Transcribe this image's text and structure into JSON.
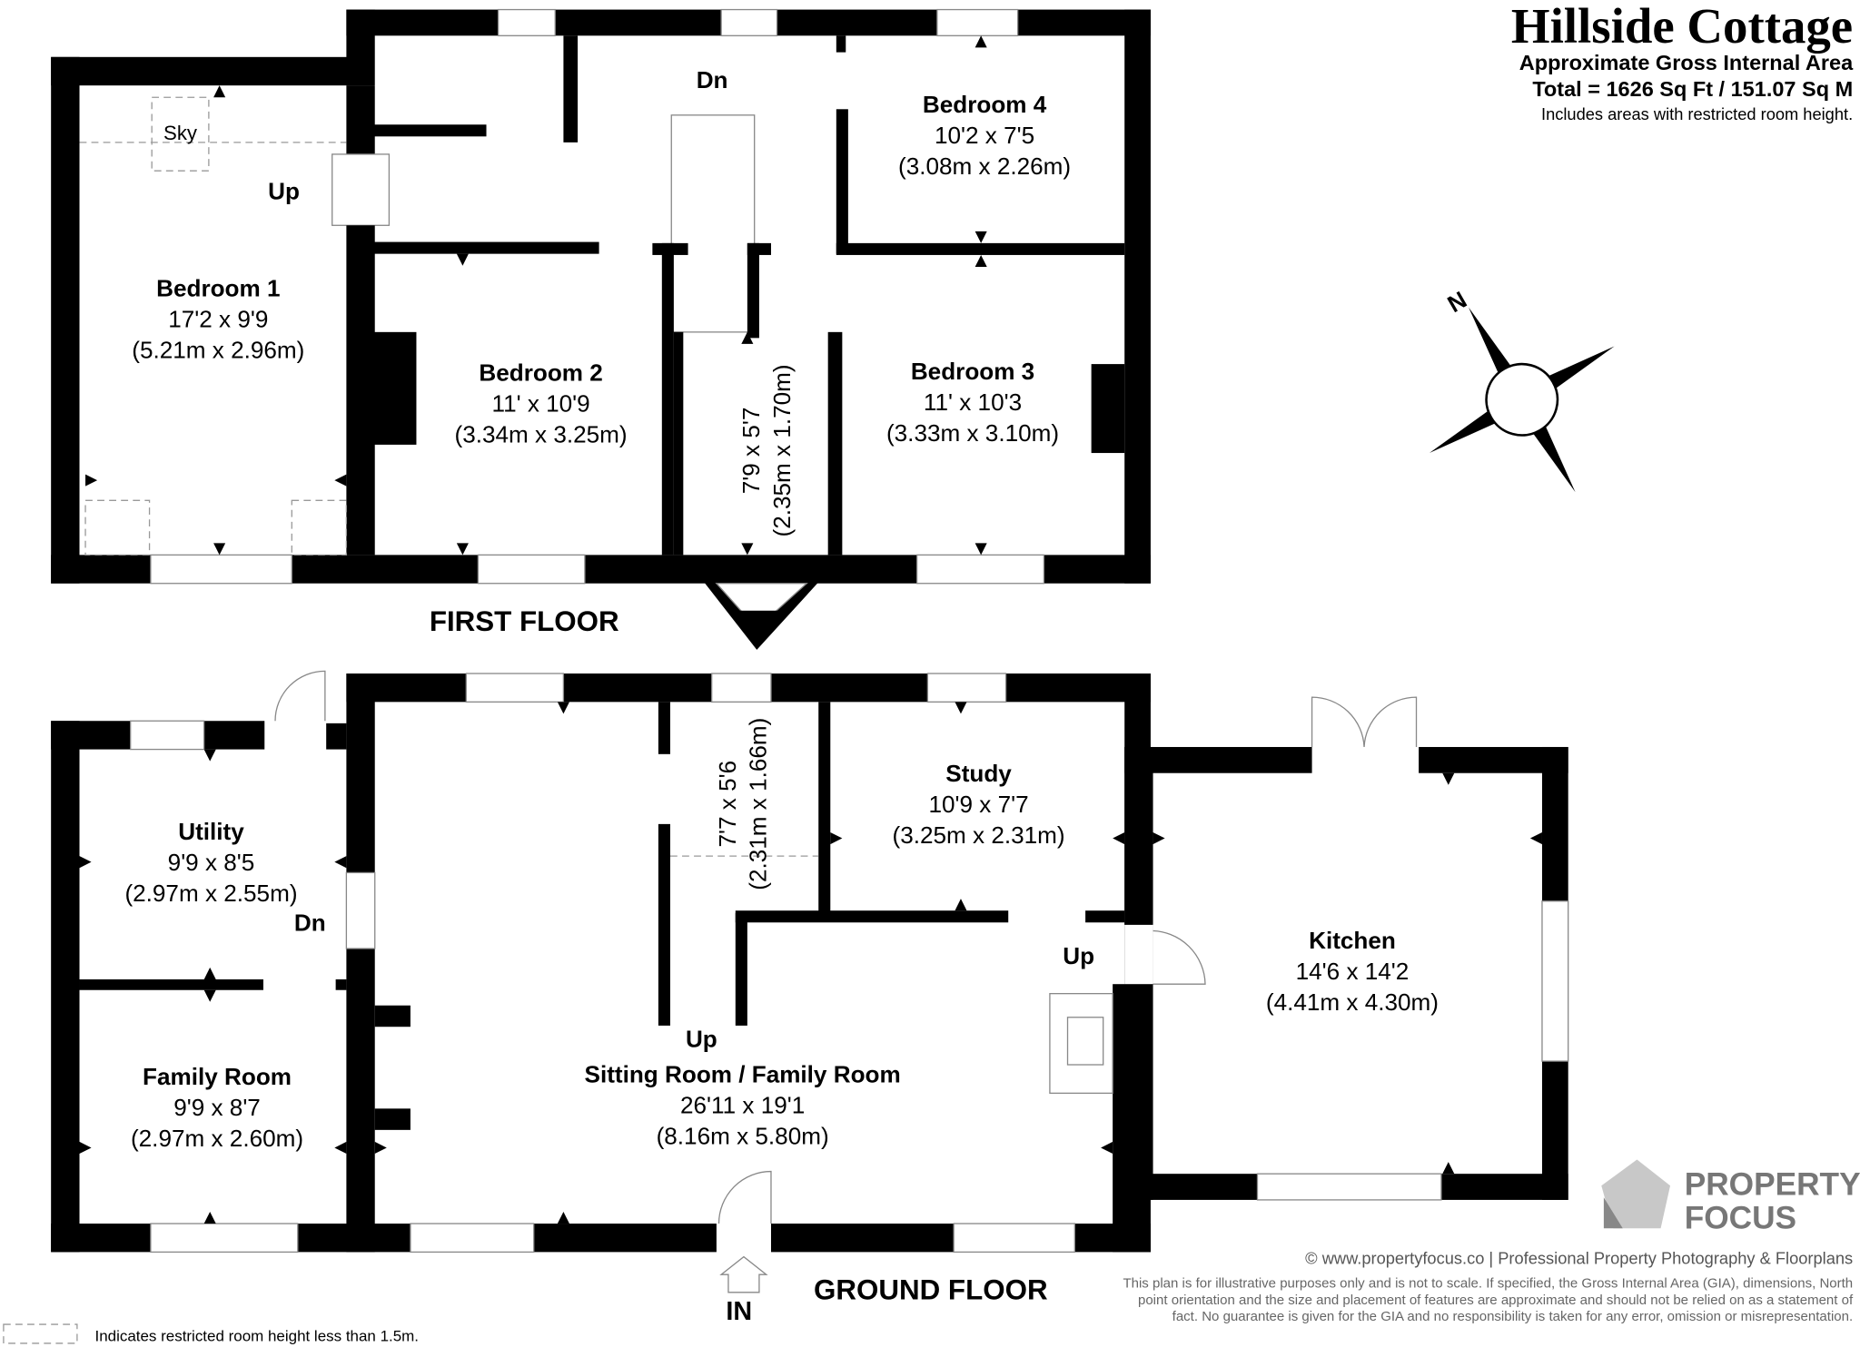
{
  "header": {
    "title": "Hillside Cottage",
    "subtitle": "Approximate Gross Internal Area",
    "total": "Total = 1626 Sq Ft / 151.07 Sq M",
    "note": "Includes areas with restricted room height."
  },
  "first_floor": {
    "label": "FIRST FLOOR",
    "rooms": [
      {
        "name": "Bedroom 1",
        "imperial": "17'2 x 9'9",
        "metric": "(5.21m x 2.96m)"
      },
      {
        "name": "Bedroom 2",
        "imperial": "11' x 10'9",
        "metric": "(3.34m x 3.25m)"
      },
      {
        "name": "Bedroom 3",
        "imperial": "11' x 10'3",
        "metric": "(3.33m x 3.10m)"
      },
      {
        "name": "Bedroom 4",
        "imperial": "10'2 x 7'5",
        "metric": "(3.08m x 2.26m)"
      },
      {
        "name": "",
        "imperial": "7'9 x 5'7",
        "metric": "(2.35m x 1.70m)"
      }
    ],
    "labels": {
      "sky": "Sky",
      "up": "Up",
      "dn": "Dn"
    }
  },
  "ground_floor": {
    "label": "GROUND FLOOR",
    "rooms": [
      {
        "name": "Utility",
        "imperial": "9'9 x 8'5",
        "metric": "(2.97m x 2.55m)"
      },
      {
        "name": "Family Room",
        "imperial": "9'9 x 8'7",
        "metric": "(2.97m x 2.60m)"
      },
      {
        "name": "Sitting Room / Family Room",
        "imperial": "26'11 x 19'1",
        "metric": "(8.16m x 5.80m)"
      },
      {
        "name": "Study",
        "imperial": "10'9 x 7'7",
        "metric": "(3.25m x 2.31m)"
      },
      {
        "name": "Kitchen",
        "imperial": "14'6 x 14'2",
        "metric": "(4.41m x 4.30m)"
      },
      {
        "name": "",
        "imperial": "7'7 x 5'6",
        "metric": "(2.31m x 1.66m)"
      }
    ],
    "labels": {
      "dn": "Dn",
      "up_stairs": "Up",
      "up_kitchen": "Up",
      "in": "IN"
    }
  },
  "compass": {
    "north": "N"
  },
  "brand": {
    "logo_line1": "PROPERTY",
    "logo_line2": "FOCUS",
    "copyright": "© www.propertyfocus.co | Professional Property Photography & Floorplans",
    "disclaimer": [
      "This plan is for illustrative purposes only and is not to scale. If specified, the Gross Internal Area (GIA), dimensions, North",
      "point orientation and the size and placement of features are approximate and should not be relied on as a statement of",
      "fact. No guarantee is given for the GIA and no responsibility is taken for any error, omission or misrepresentation."
    ]
  },
  "legend": {
    "text": "Indicates restricted room height less than 1.5m."
  }
}
